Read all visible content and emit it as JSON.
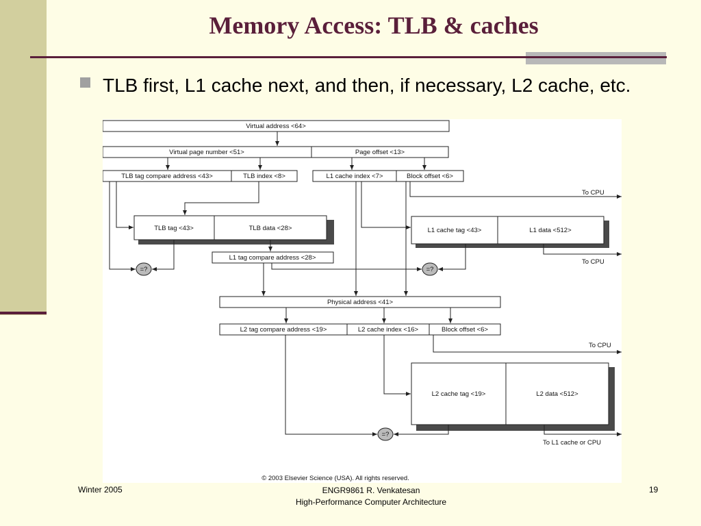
{
  "slide": {
    "title": "Memory Access: TLB & caches",
    "bullet": "TLB first, L1 cache next, and then, if necessary, L2 cache, etc."
  },
  "diagram": {
    "virtual_address": "Virtual address <64>",
    "virtual_page_number": "Virtual page number <51>",
    "page_offset": "Page offset  <13>",
    "tlb_tag_compare": "TLB tag compare address <43>",
    "tlb_index": "TLB index <8>",
    "l1_cache_index": "L1 cache index <7>",
    "block_offset_l1": "Block offset  <6>",
    "to_cpu_1": "To CPU",
    "tlb_tag": "TLB tag <43>",
    "tlb_data": "TLB data <28>",
    "l1_cache_tag": "L1 cache tag <43>",
    "l1_data": "L1 data <512>",
    "l1_tag_compare": "L1 tag compare address <28>",
    "to_cpu_2": "To CPU",
    "comparator_1": "=?",
    "comparator_2": "=?",
    "physical_address": "Physical address <41>",
    "l2_tag_compare": "L2 tag compare address <19>",
    "l2_cache_index": "L2 cache index <16>",
    "block_offset_l2": "Block offset  <6>",
    "to_cpu_3": "To CPU",
    "l2_cache_tag": "L2 cache tag <19>",
    "l2_data": "L2 data <512>",
    "comparator_3": "=?",
    "to_l1_or_cpu": "To L1 cache or CPU",
    "copyright": "© 2003 Elsevier Science (USA). All rights reserved."
  },
  "footer": {
    "left": "Winter 2005",
    "center_line1": "ENGR9861   R. Venkatesan",
    "center_line2": "High-Performance Computer Architecture",
    "page_number": "19"
  },
  "colors": {
    "background": "#fefde6",
    "accent": "#5a1f3a",
    "sidebar": "#d2cf9e"
  }
}
